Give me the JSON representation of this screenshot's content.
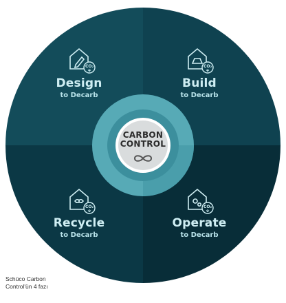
{
  "center": {
    "line1": "CARBON",
    "line2": "CONTROL",
    "symbol": "infinity-icon"
  },
  "quadrants": [
    {
      "title": "Design",
      "subtitle": "to Decarb",
      "icon": "pencil-house-icon",
      "badge": "CO₂",
      "color": "#134c5a"
    },
    {
      "title": "Build",
      "subtitle": "to Decarb",
      "icon": "building-house-icon",
      "badge": "CO₂",
      "color": "#0f4250"
    },
    {
      "title": "Recycle",
      "subtitle": "to Decarb",
      "icon": "infinity-house-icon",
      "badge": "CO₂",
      "color": "#0b3845"
    },
    {
      "title": "Operate",
      "subtitle": "to Decarb",
      "icon": "gear-house-icon",
      "badge": "CO₂",
      "color": "#082d38"
    }
  ],
  "caption": {
    "line1": "Schüco Carbon",
    "line2": "Control'ün 4 fazı"
  },
  "colors": {
    "ring_outer": "#57aab6",
    "ring_inner": "#3c8f9d",
    "center_fill": "#d9dcdd"
  }
}
